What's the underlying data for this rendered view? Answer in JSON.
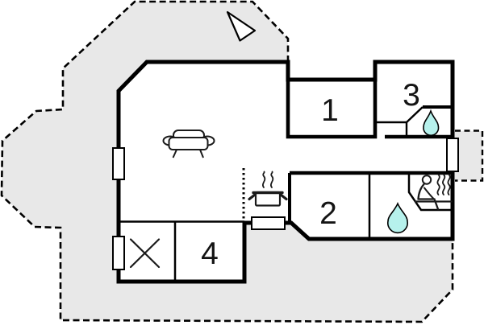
{
  "floorplan": {
    "kind": "holiday-home floor plan",
    "rooms": [
      {
        "label": "1"
      },
      {
        "label": "2"
      },
      {
        "label": "3"
      },
      {
        "label": "4"
      }
    ],
    "features": {
      "compass_icon": "north-arrow-icon",
      "living_room_icon": "sofa-icon",
      "kitchen_icon": "stove-icon",
      "bathroom_icon_1": "water-drop-icon",
      "bathroom_icon_2": "water-drop-icon",
      "sauna_icon": "sauna-person-icon",
      "storage_icon": "crossed-box-icon",
      "window_count": 4
    },
    "colors": {
      "terrace_fill": "#e8e8e8",
      "floor_fill": "#ffffff",
      "wall": "#000000",
      "water_drop_fill": "#b6f1ec"
    }
  }
}
